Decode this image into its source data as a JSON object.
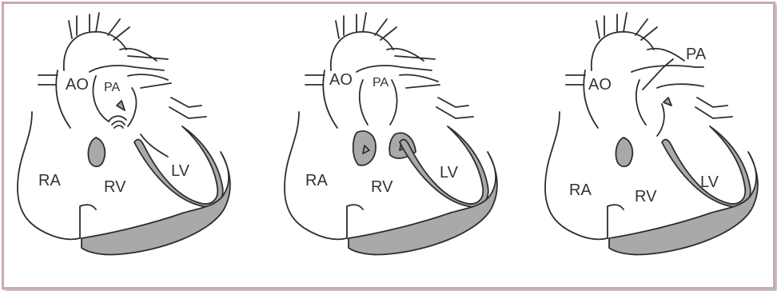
{
  "panels": [
    {
      "labels": {
        "ao": "AO",
        "pa": "PA",
        "ra": "RA",
        "rv": "RV",
        "lv": "LV"
      }
    },
    {
      "labels": {
        "ao": "AO",
        "pa": "PA",
        "ra": "RA",
        "rv": "RV",
        "lv": "LV"
      }
    },
    {
      "labels": {
        "ao": "AO",
        "pa": "PA",
        "ra": "RA",
        "rv": "RV",
        "lv": "LV"
      }
    }
  ],
  "colors": {
    "wall_fill": "#a9a9a9",
    "line": "#2e2e2e",
    "border": "#c9a9ae"
  }
}
